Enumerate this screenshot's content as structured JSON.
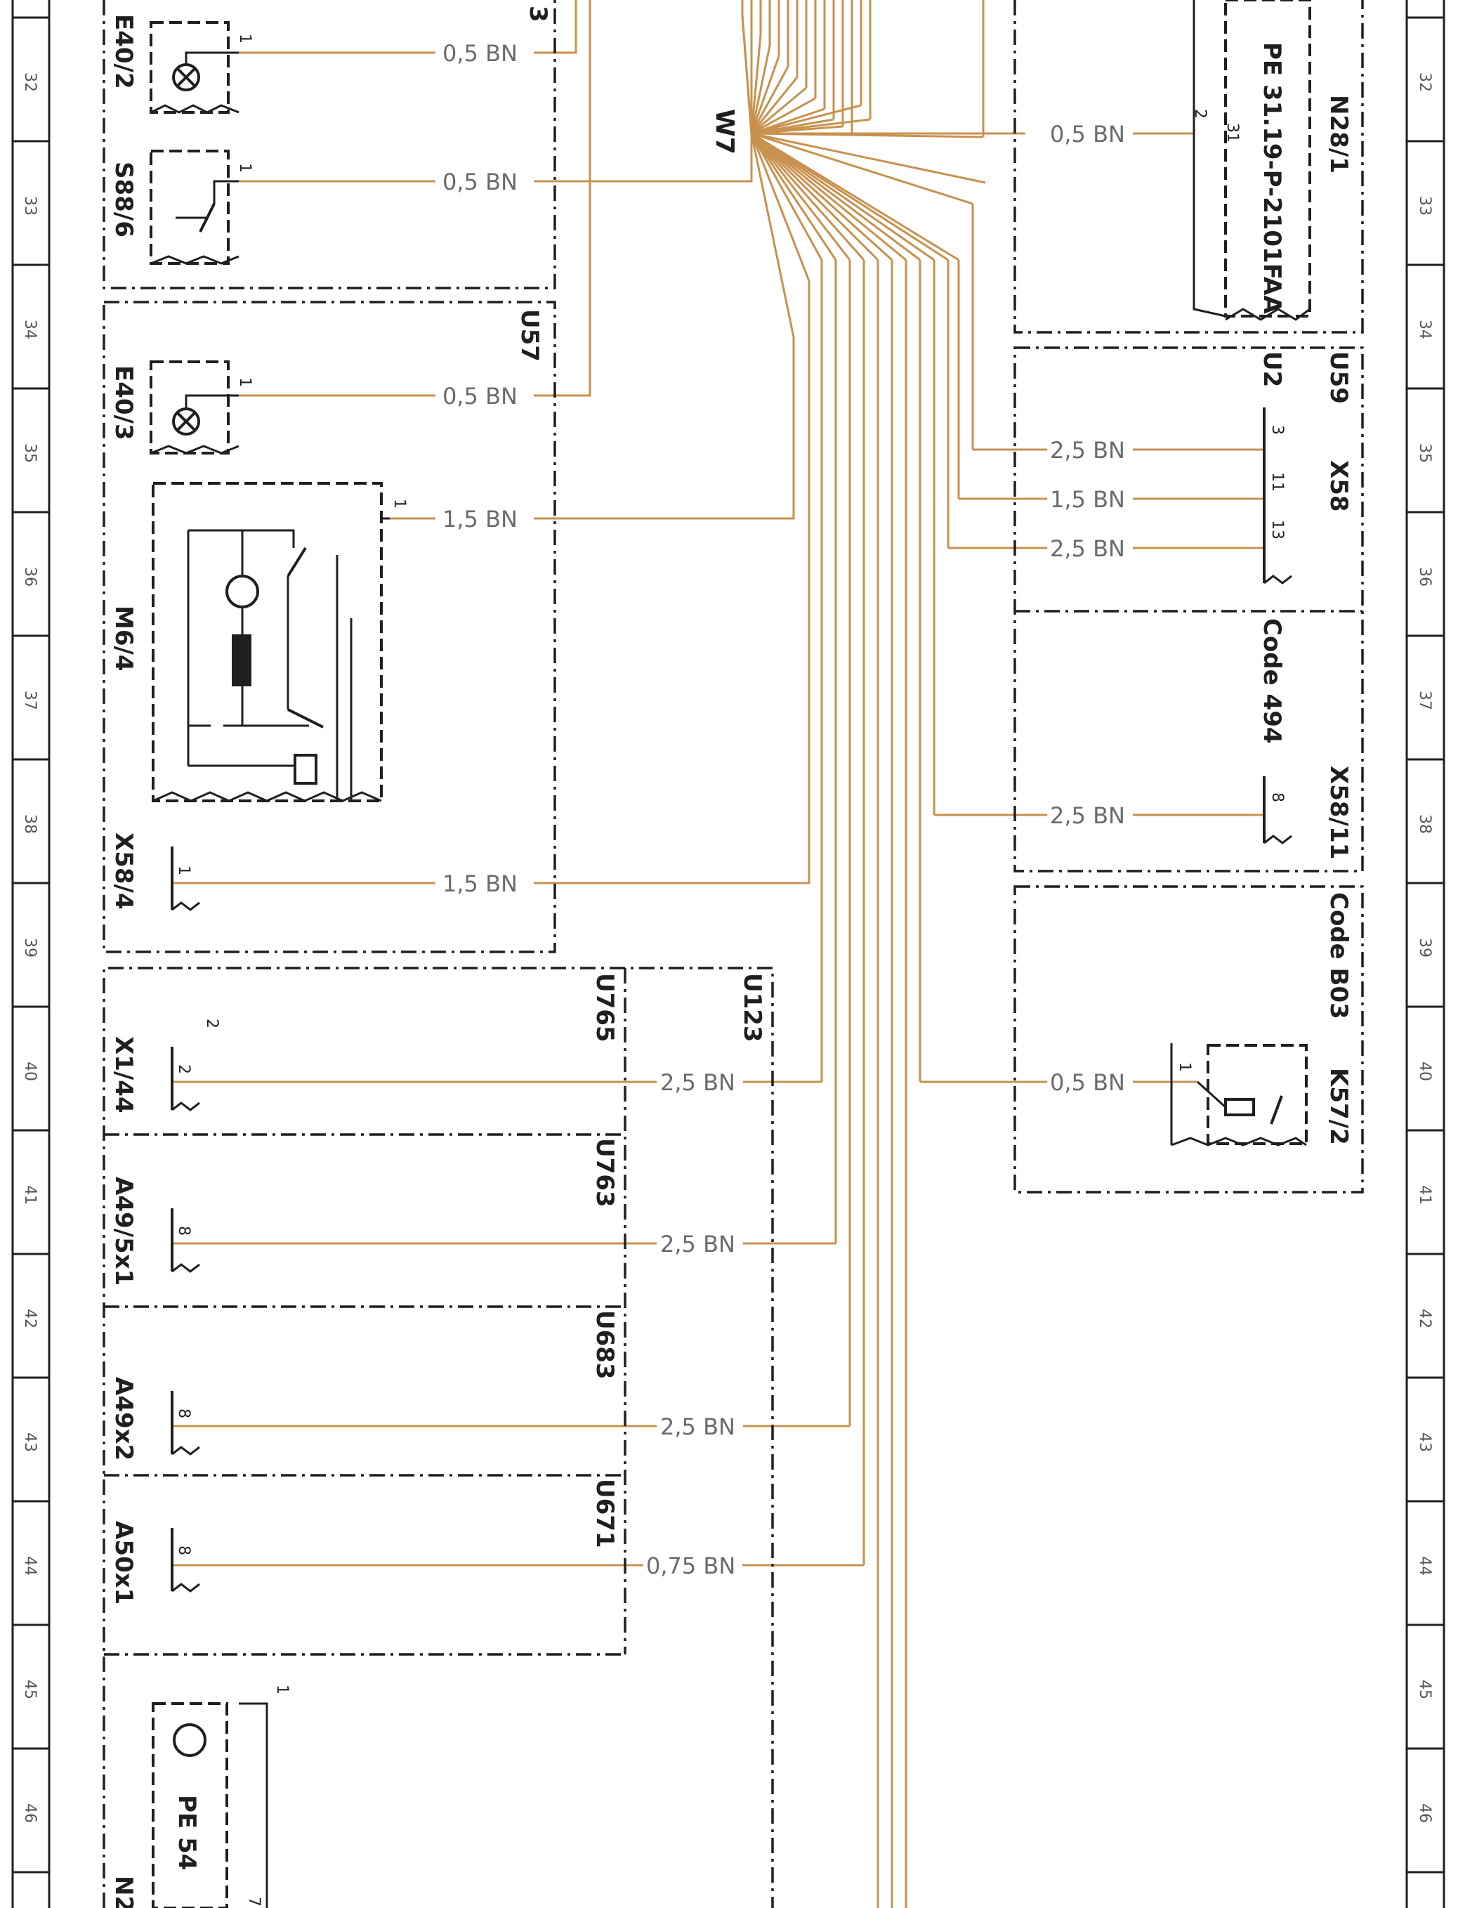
{
  "colors": {
    "wire": "#c8914e",
    "line": "#1f1f1f",
    "background": "#ffffff"
  },
  "harness": "W7",
  "grid_rows_left": [
    "32",
    "33",
    "34",
    "35",
    "36",
    "37",
    "38",
    "39",
    "40",
    "41",
    "42",
    "43",
    "44",
    "45",
    "46"
  ],
  "grid_rows_right": [
    "32",
    "33",
    "34",
    "35",
    "36",
    "37",
    "38",
    "39",
    "40",
    "41",
    "42",
    "43",
    "44",
    "45",
    "46"
  ],
  "modules": {
    "u57": "U57",
    "u59": "U59",
    "u2": "U2",
    "u123": "U123",
    "u765": "U765",
    "u763": "U763",
    "u683": "U683",
    "u671": "U671",
    "code_494": "Code 494",
    "code_b03": "Code B03",
    "top_left_partial": "3"
  },
  "components": {
    "e40_2": "E40/2",
    "s88_6": "S88/6",
    "e40_3": "E40/3",
    "m6_4": "M6/4",
    "x58_4": "X58/4",
    "x1_44": "X1/44",
    "a49_5x1": "A49/5x1",
    "a49x2": "A49x2",
    "a50x1": "A50x1",
    "n2_partial": "N2",
    "pe54_partial": "PE 54",
    "n28_1": "N28/1",
    "pe_ref": "PE 31.19-P-2101FAA",
    "x58": "X58",
    "x58_11": "X58/11",
    "k57_2": "K57/2"
  },
  "wires": [
    {
      "id": "w-e40-2",
      "label": "0,5 BN"
    },
    {
      "id": "w-s88-6",
      "label": "0,5 BN"
    },
    {
      "id": "w-e40-3",
      "label": "0,5 BN"
    },
    {
      "id": "w-m6-4",
      "label": "1,5 BN"
    },
    {
      "id": "w-x58-4",
      "label": "1,5 BN"
    },
    {
      "id": "w-x1-44",
      "label": "2,5 BN"
    },
    {
      "id": "w-a49-5x1",
      "label": "2,5 BN"
    },
    {
      "id": "w-a49x2",
      "label": "2,5 BN"
    },
    {
      "id": "w-a50x1",
      "label": "0,75 BN"
    },
    {
      "id": "w-n28-1",
      "label": "0,5 BN"
    },
    {
      "id": "w-x58-3",
      "label": "2,5 BN"
    },
    {
      "id": "w-x58-11p",
      "label": "1,5 BN"
    },
    {
      "id": "w-x58-13",
      "label": "2,5 BN"
    },
    {
      "id": "w-x58-11-8",
      "label": "2,5 BN"
    },
    {
      "id": "w-k57-2",
      "label": "0,5 BN"
    }
  ],
  "pins": {
    "e40_2": "1",
    "s88_6": "1",
    "e40_3": "1",
    "m6_4": "1",
    "x58_4": "1",
    "x1_44_a": "2",
    "x1_44_b": "2",
    "a49_5x1": "8",
    "a49x2": "8",
    "a50x1": "8",
    "bottom_1": "1",
    "bottom_7": "7",
    "n28_2": "2",
    "n28_31": "31",
    "x58_3": "3",
    "x58_11": "11",
    "x58_13": "13",
    "x58_11_8": "8",
    "k57_1": "1"
  }
}
